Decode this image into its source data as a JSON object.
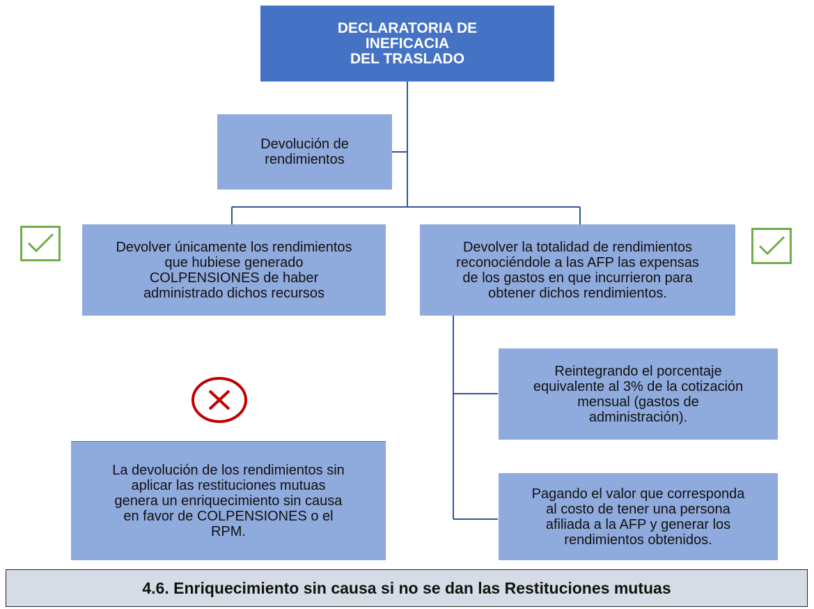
{
  "diagram": {
    "root": "DECLARATORIA DE\nINEFICACIA\nDEL TRASLADO",
    "topic": "Devolución de\nrendimientos",
    "left_option": "Devolver únicamente los rendimientos\nque hubiese generado\nCOLPENSIONES de haber\nadministrado dichos recursos",
    "right_option": "Devolver la totalidad de rendimientos\nreconociéndole a las AFP las expensas\nde los gastos en que incurrieron para\nobtener dichos rendimientos.",
    "right_sub_1": "Reintegrando el porcentaje\nequivalente al 3% de la cotización\nmensual (gastos de\nadministración).",
    "right_sub_2": "Pagando el valor que corresponda\nal costo de tener una persona\nafiliada a la AFP y generar los\nrendimientos obtenidos.",
    "left_conclusion": "La devolución de los rendimientos sin\naplicar las restituciones mutuas\ngenera un enriquecimiento sin causa\nen favor de COLPENSIONES o el\nRPM."
  },
  "icons": {
    "check": "checkmark-icon",
    "cross": "cross-circle-icon",
    "check_color": "#70ad47",
    "cross_color": "#c00000"
  },
  "section_heading": "4.6. Enriquecimiento sin causa si no se dan las Restituciones mutuas"
}
